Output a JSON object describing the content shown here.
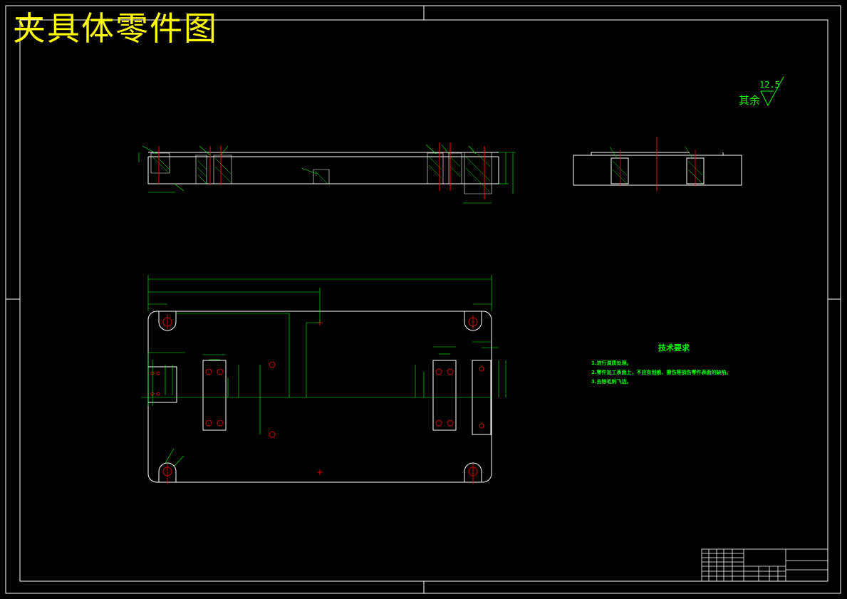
{
  "title": "夹具体零件图",
  "roughness": {
    "value": "12.5",
    "label": "其余"
  },
  "technical_requirements": {
    "title": "技术要求",
    "items": [
      "1.进行调质处理。",
      "2.零件加工表面上，不应有划痕、擦伤等损伤零件表面的缺陷。",
      "3.去除毛刺飞边。"
    ]
  },
  "colors": {
    "background": "#000000",
    "frame": "#ffffff",
    "dimension": "#00ff00",
    "center_line": "#ff0000",
    "title": "#ffff00"
  }
}
